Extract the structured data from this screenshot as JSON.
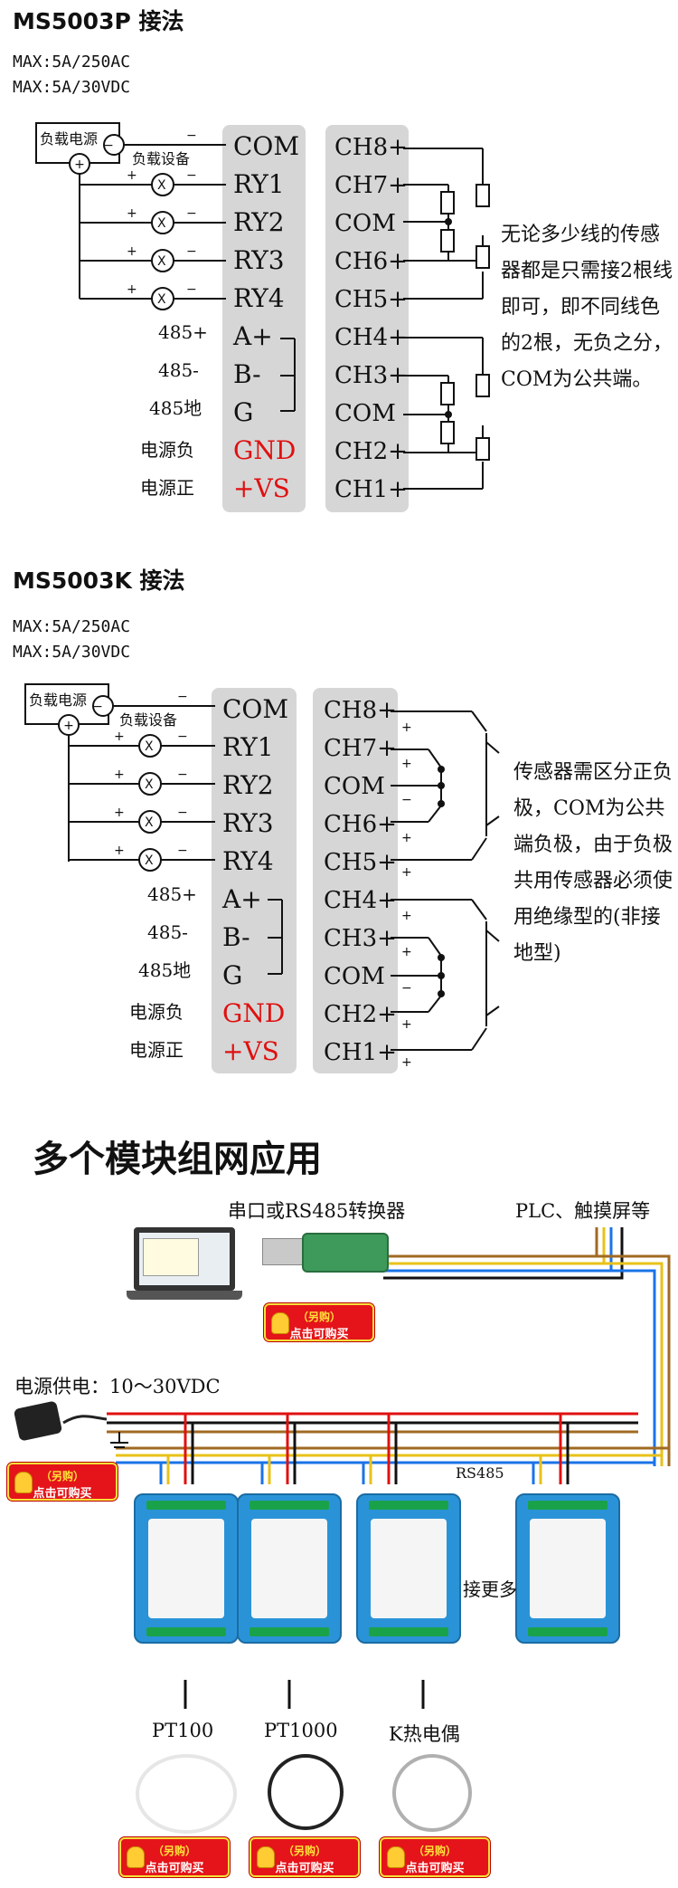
{
  "section1": {
    "title": "MS5003P 接法",
    "max_ac": "MAX:5A/250AC",
    "max_dc": "MAX:5A/30VDC",
    "power_source": "负载电源",
    "load_device": "负载设备",
    "left_pins": [
      "COM",
      "RY1",
      "RY2",
      "RY3",
      "RY4",
      "A+",
      "B-",
      "G",
      "GND",
      "+VS"
    ],
    "left_labels": [
      "485+",
      "485-",
      "485地",
      "电源负",
      "电源正"
    ],
    "right_pins": [
      "CH8+",
      "CH7+",
      "COM",
      "CH6+",
      "CH5+",
      "CH4+",
      "CH3+",
      "COM",
      "CH2+",
      "CH1+"
    ],
    "description": "无论多少线的传感器都是只需接2根线即可，即不同线色的2根，无负之分，COM为公共端。"
  },
  "section2": {
    "title": "MS5003K 接法",
    "max_ac": "MAX:5A/250AC",
    "max_dc": "MAX:5A/30VDC",
    "power_source": "负载电源",
    "load_device": "负载设备",
    "left_pins": [
      "COM",
      "RY1",
      "RY2",
      "RY3",
      "RY4",
      "A+",
      "B-",
      "G",
      "GND",
      "+VS"
    ],
    "left_labels": [
      "485+",
      "485-",
      "485地",
      "电源负",
      "电源正"
    ],
    "right_pins": [
      "CH8+",
      "CH7+",
      "COM",
      "CH6+",
      "CH5+",
      "CH4+",
      "CH3+",
      "COM",
      "CH2+",
      "CH1+"
    ],
    "description": "传感器需区分正负极，COM为公共端负极，由于负极共用传感器必须使用绝缘型的(非接地型)"
  },
  "network": {
    "title": "多个模块组网应用",
    "converter_label": "串口或RS485转换器",
    "plc_label": "PLC、触摸屏等",
    "power_label": "电源供电：10～30VDC",
    "rs485_label": "RS485",
    "more_label": "接更多",
    "buy_line1": "（另购）",
    "buy_line2": "点击可购买",
    "sensors": [
      "PT100",
      "PT1000",
      "K热电偶"
    ],
    "colors": {
      "red": "#e01010",
      "black": "#222222",
      "blue": "#1a73e8",
      "brown": "#a06a22",
      "yellow": "#e8c21a"
    }
  }
}
